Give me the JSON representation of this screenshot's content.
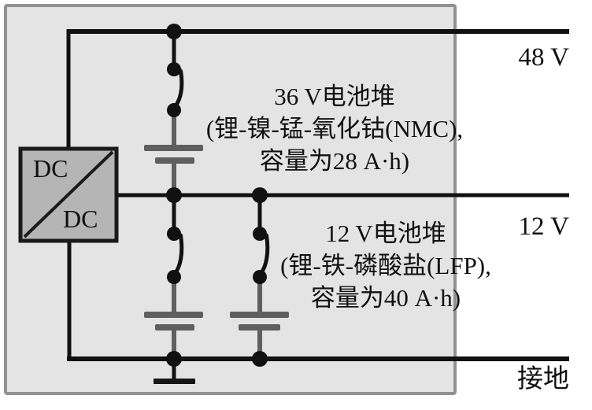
{
  "converter": {
    "label_top": "DC",
    "label_bottom": "DC"
  },
  "rails": {
    "v48": {
      "label": "48 V"
    },
    "v12": {
      "label": "12 V"
    },
    "ground": {
      "label": "接地"
    }
  },
  "stacks": {
    "nmc": {
      "line1": "36 V电池堆",
      "line2": "(锂-镍-锰-氧化钴(NMC),",
      "line3": "容量为28 A·h)"
    },
    "lfp": {
      "line1": "12 V电池堆",
      "line2": "(锂-铁-磷酸盐(LFP),",
      "line3": "容量为40 A·h)"
    }
  },
  "colors": {
    "wire": "#111111",
    "component_gray": "#5f5f5f",
    "panel_fill": "#e4e4e4",
    "panel_border": "#919191",
    "converter_fill": "#b5b5b5",
    "converter_border": "#1a1a1a",
    "background": "#ffffff",
    "text": "#111111"
  }
}
